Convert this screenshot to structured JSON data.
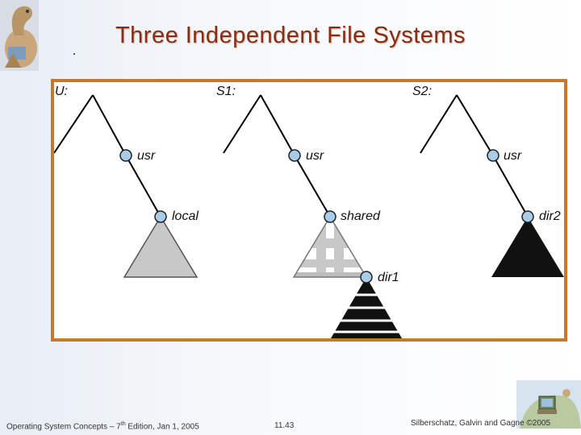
{
  "slide": {
    "title": "Three Independent File Systems"
  },
  "diagram": {
    "roots": [
      "U:",
      "S1:",
      "S2:"
    ],
    "nodes": {
      "u_usr": "usr",
      "u_local": "local",
      "s1_usr": "usr",
      "s1_shared": "shared",
      "s1_dir1": "dir1",
      "s2_usr": "usr",
      "s2_dir2": "dir2"
    }
  },
  "footer": {
    "left_prefix": "Operating System Concepts – 7",
    "left_sup": "th",
    "left_suffix": " Edition, Jan 1, 2005",
    "page": "11.43",
    "right": "Silberschatz, Galvin and Gagne ©2005"
  },
  "colors": {
    "title": "#8a2d12",
    "frame_border": "#c8782a",
    "node_fill": "#a9cde8",
    "tree_gray": "#c8c8c8",
    "tree_black": "#111111"
  }
}
